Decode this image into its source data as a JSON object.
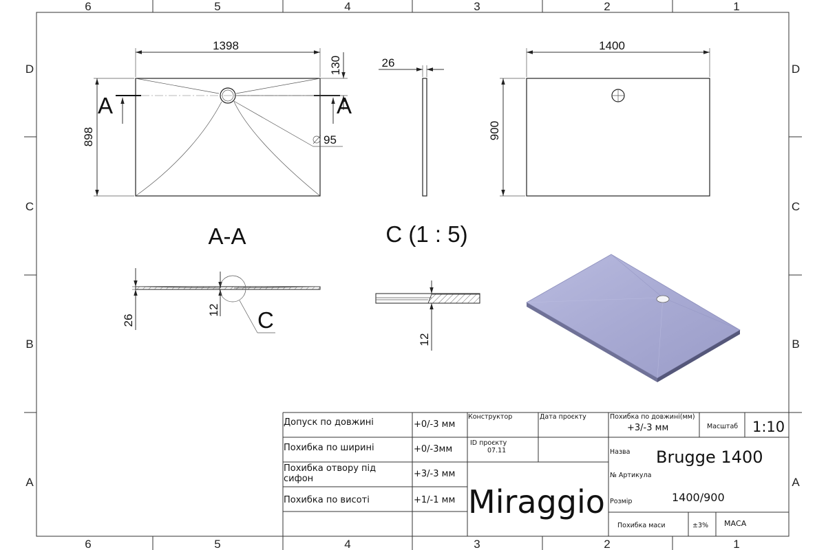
{
  "frame": {
    "columns": [
      "6",
      "5",
      "4",
      "3",
      "2",
      "1"
    ],
    "rows": [
      "D",
      "C",
      "B",
      "A"
    ]
  },
  "views": {
    "top": {
      "width": "1398",
      "height": "898",
      "drain_offset": "130",
      "drain_diameter": "95",
      "section_mark": "A"
    },
    "side": {
      "thickness": "26"
    },
    "plan": {
      "width": "1400",
      "height": "900"
    },
    "section": {
      "title": "A-A",
      "total_height": "26",
      "step": "12",
      "detail_mark": "C"
    },
    "detail": {
      "title": "C (1 : 5)",
      "step": "12"
    }
  },
  "title_block": {
    "tolerances": [
      {
        "label": "Допуск по довжині",
        "value": "+0/-3 мм"
      },
      {
        "label": "Похибка по ширині",
        "value": "+0/-3мм"
      },
      {
        "label": "Похибка отвору під сифон",
        "value": "+3/-3 мм"
      },
      {
        "label": "Похибка по висоті",
        "value": "+1/-1 мм"
      }
    ],
    "constructor_label": "Конструктор",
    "project_date_label": "Дата проєкту",
    "project_id_label": "ID проєкту",
    "project_id_value": "07.11",
    "brand": "Miraggio",
    "length_error_label": "Похибка по довжині(мм)",
    "length_error_value": "+3/-3 мм",
    "scale_label": "Масштаб",
    "scale_value": "1:10",
    "name_label": "Назва",
    "name_value": "Brugge 1400",
    "article_label": "№ Артикула",
    "size_label": "Розмір",
    "size_value": "1400/900",
    "mass_error_label": "Похибка маси",
    "mass_error_value": "±3%",
    "mass_label": "МАСА"
  }
}
